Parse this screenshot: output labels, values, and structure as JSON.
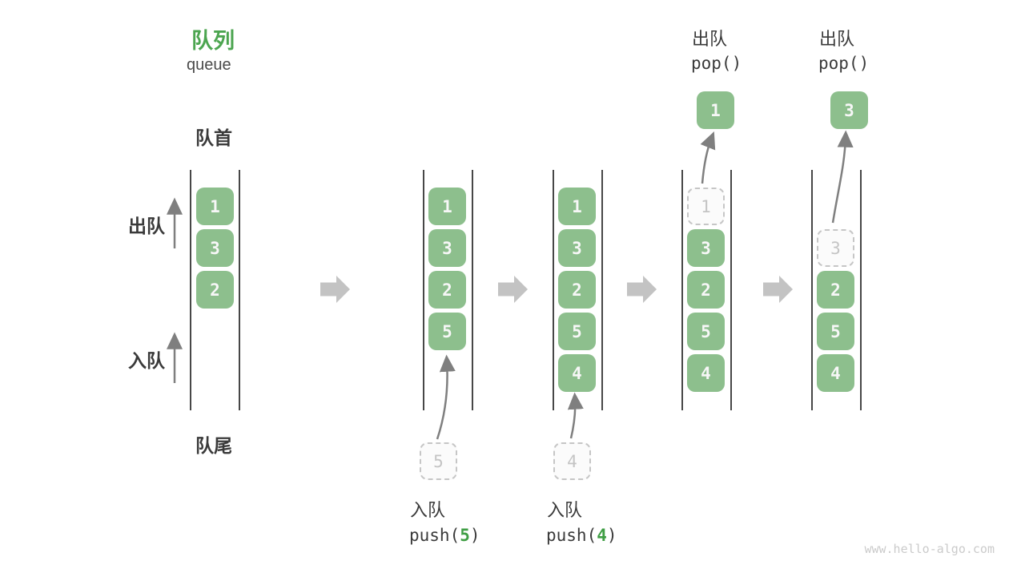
{
  "title": {
    "zh": "队列",
    "en": "queue"
  },
  "side_labels": {
    "front": "队首",
    "rear": "队尾",
    "dequeue": "出队",
    "enqueue": "入队"
  },
  "states": [
    {
      "cells": [
        "1",
        "3",
        "2"
      ]
    },
    {
      "cells": [
        "1",
        "3",
        "2",
        "5"
      ]
    },
    {
      "cells": [
        "1",
        "3",
        "2",
        "5",
        "4"
      ]
    },
    {
      "popped": "1",
      "cells": [
        "3",
        "2",
        "5",
        "4"
      ]
    },
    {
      "popped": "3",
      "cells": [
        "2",
        "5",
        "4"
      ]
    }
  ],
  "ops": {
    "push5": {
      "label": "入队",
      "fn": "push(",
      "arg": "5",
      "close": ")",
      "ghost": "5"
    },
    "push4": {
      "label": "入队",
      "fn": "push(",
      "arg": "4",
      "close": ")",
      "ghost": "4"
    },
    "pop1": {
      "label": "出队",
      "fn": "pop()",
      "value": "1"
    },
    "pop2": {
      "label": "出队",
      "fn": "pop()",
      "value": "3"
    }
  },
  "watermark": "www.hello-algo.com",
  "colors": {
    "box_green": "#8dbf8d",
    "title_green": "#4ca550",
    "arg_green": "#3f9e44",
    "channel_line": "#474747",
    "block_arrow": "#c3c3c3",
    "thin_arrow": "#7f7f7f",
    "ghost_border": "#c6c6c6",
    "label_text": "#3a3a3a",
    "watermark_text": "#cbcbcb"
  }
}
